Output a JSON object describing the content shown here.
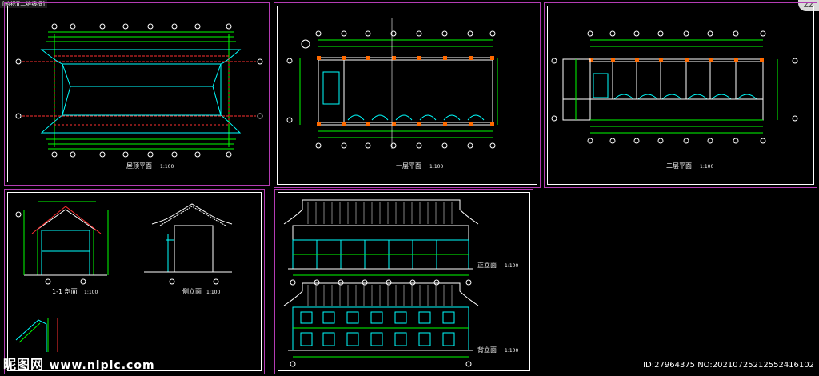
{
  "tab_label": "[俯视][二维线框]",
  "zoom_label": "ZZ",
  "drawings": {
    "roof_plan": {
      "title": "屋顶平面",
      "scale": "1:100"
    },
    "first_floor": {
      "title": "一层平面",
      "scale": "1:100"
    },
    "second_floor": {
      "title": "二层平面",
      "scale": "1:100"
    },
    "section": {
      "title": "1-1 剖面",
      "scale": "1:100"
    },
    "side_elevation": {
      "title": "侧立面",
      "scale": "1:100"
    },
    "front_elevation": {
      "title": "正立面",
      "scale": "1:100"
    },
    "back_elevation": {
      "title": "背立面",
      "scale": "1:100"
    }
  },
  "watermark": {
    "logo": "昵图网",
    "url": "www.nipic.com"
  },
  "id_line": "ID:27964375 NO:20210725212552416102",
  "colors": {
    "panel_border": "#b43cb4",
    "lines_green": "#00ff00",
    "lines_cyan": "#00ffff",
    "lines_red": "#ff3030",
    "text": "#ffffff"
  }
}
